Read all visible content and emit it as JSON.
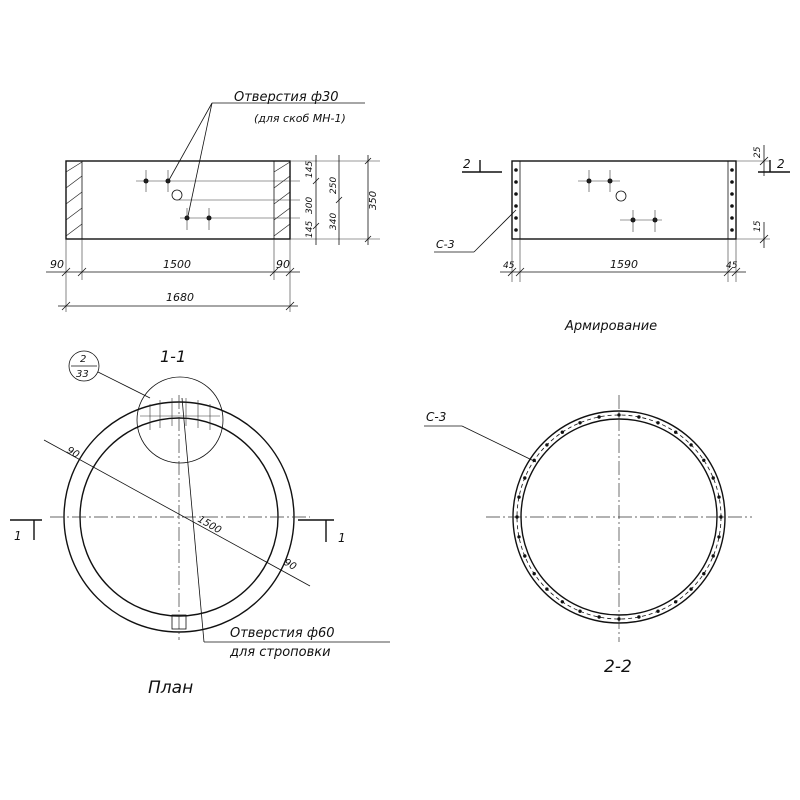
{
  "labels": {
    "holes_30": "Отверстия ф30",
    "holes_30_note": "(для скоб МН-1)",
    "holes_60": "Отверстия ф60",
    "holes_60_note": "для строповки",
    "reinforcement_title": "Армирование",
    "plan_title": "План",
    "section_1_1": "1-1",
    "section_2_2": "2-2",
    "cut_1": "1",
    "cut_2": "2",
    "bar_c3": "С-3",
    "callout_top": "2",
    "callout_bottom": "33"
  },
  "dimensions": {
    "wall_left": "90",
    "inner_span": "1500",
    "wall_right": "90",
    "overall": "1680",
    "h_145_top": "145",
    "h_250": "250",
    "h_350": "350",
    "h_300": "300",
    "h_340": "340",
    "h_145_bottom": "145",
    "arm_cover_left": "45",
    "arm_span": "1590",
    "arm_cover_right": "45",
    "arm_top": "25",
    "arm_bottom": "15",
    "plan_wall_a": "90",
    "plan_diameter": "1500",
    "plan_wall_b": "90"
  }
}
